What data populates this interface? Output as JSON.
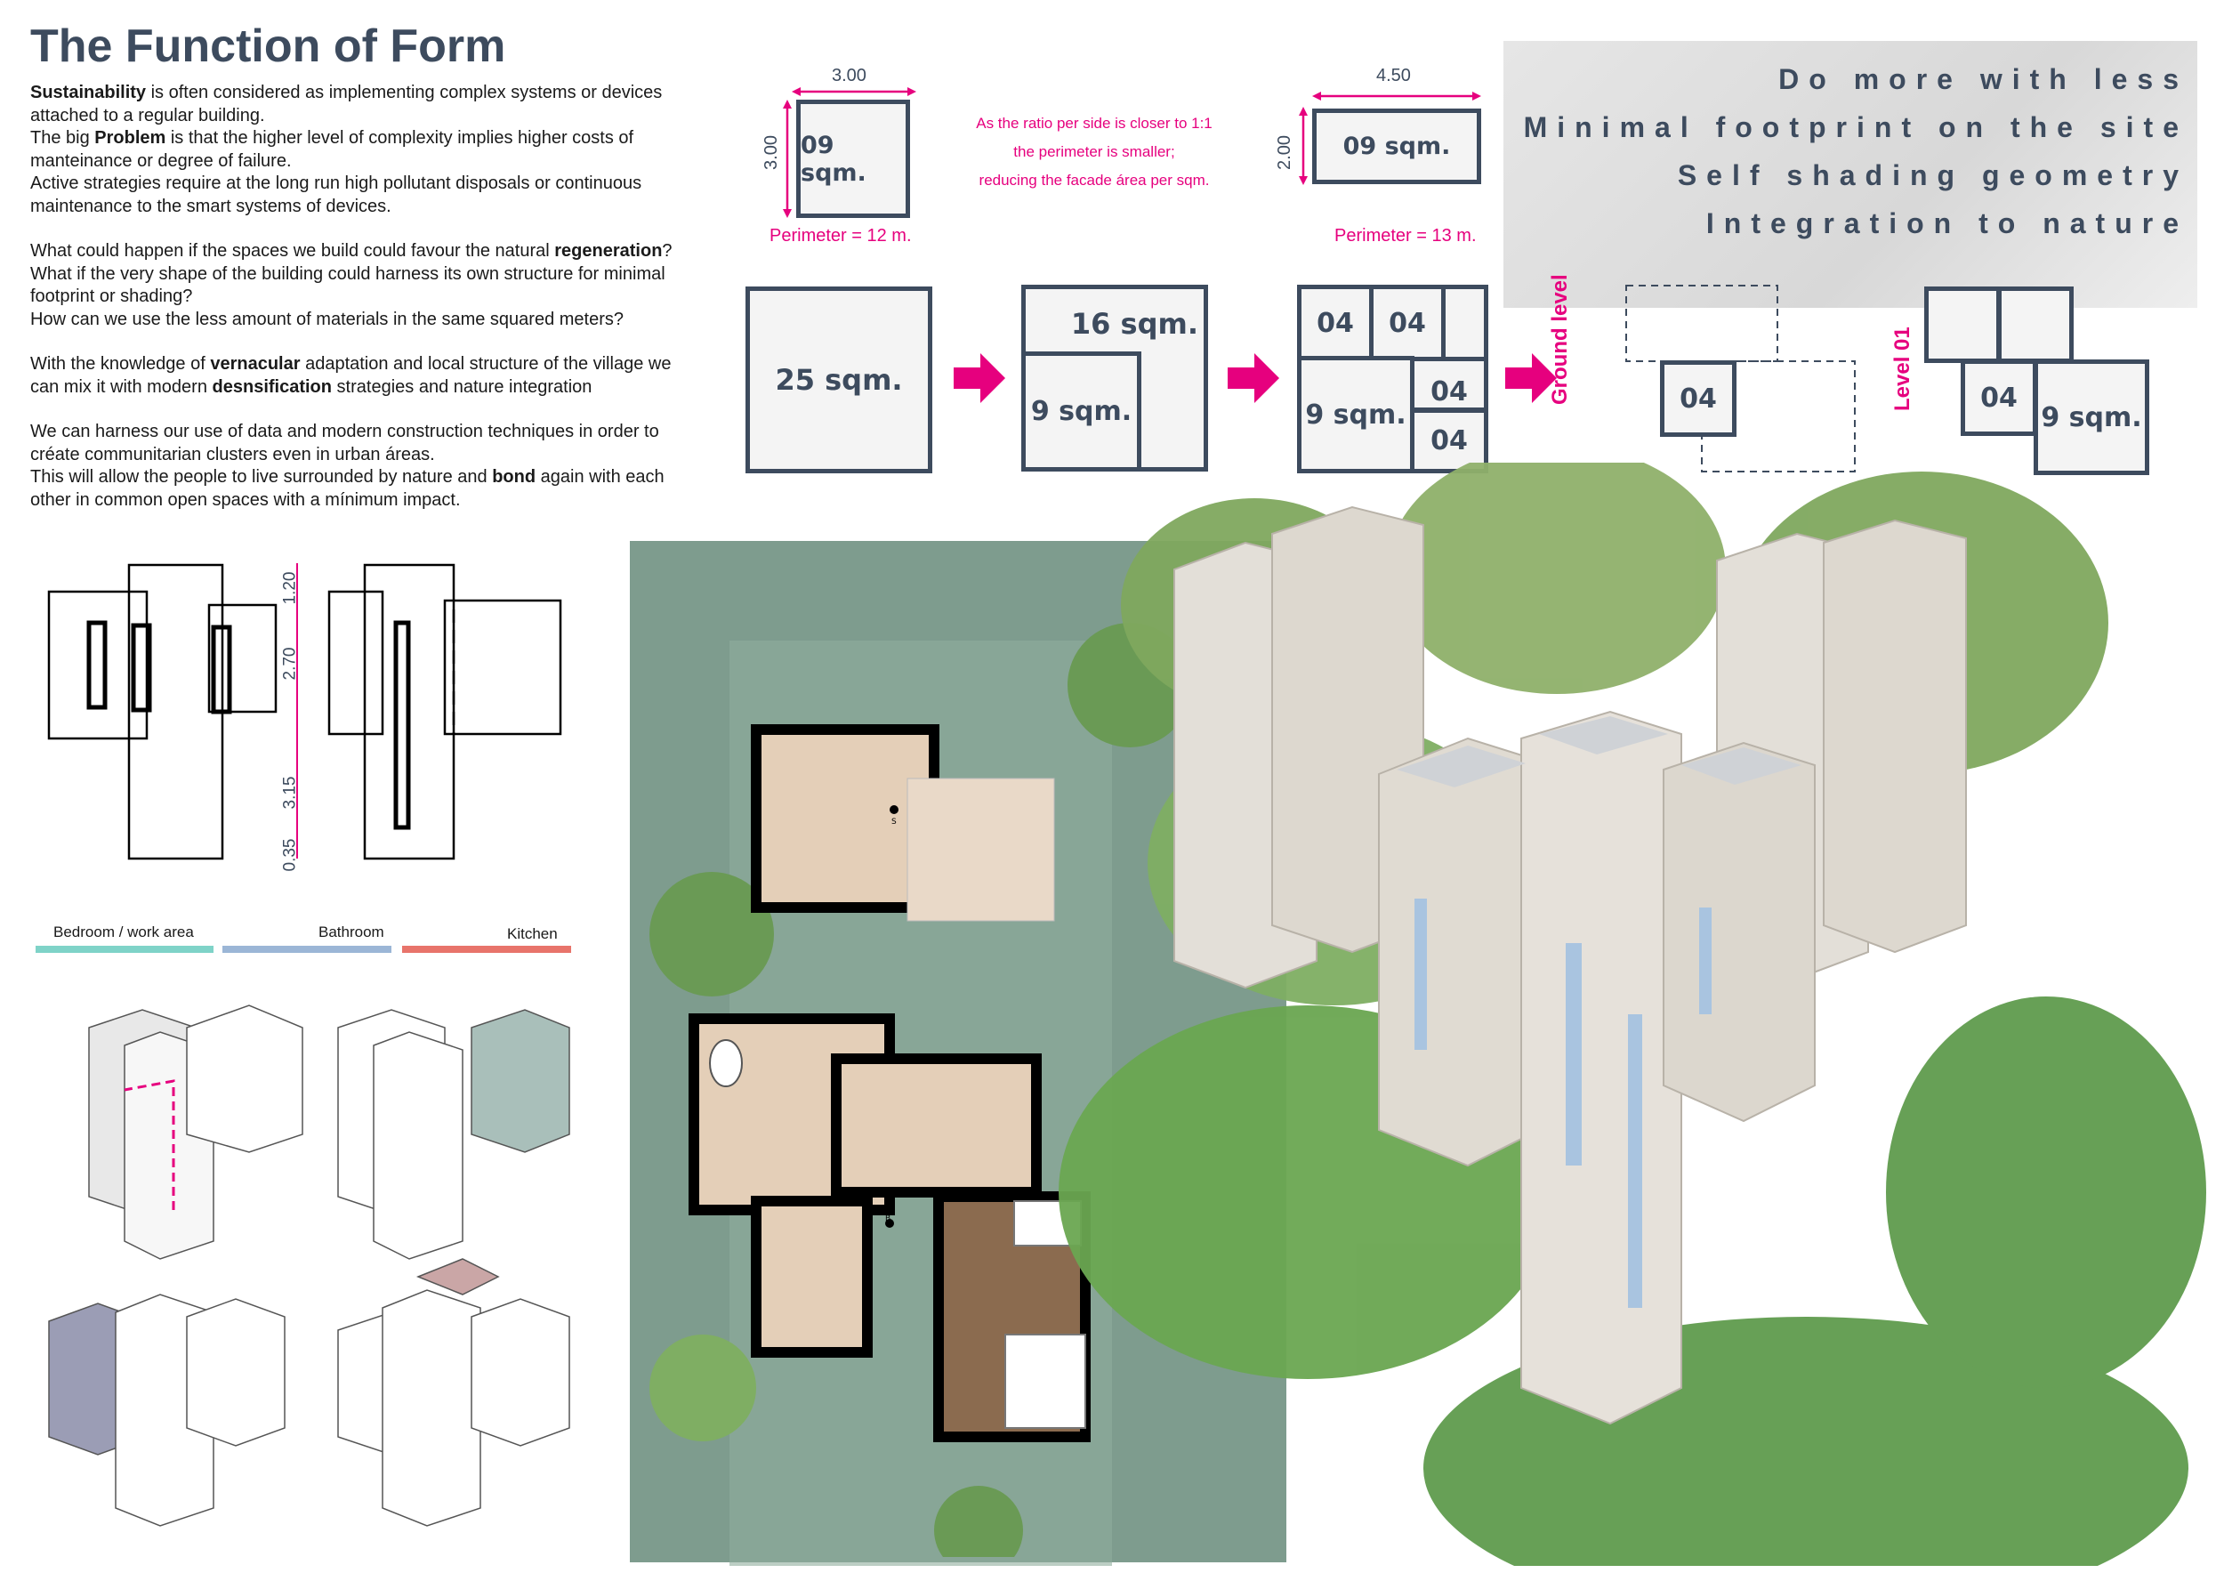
{
  "title": "The Function of Form",
  "intro": {
    "p1_lead": "Sustainability",
    "p1_rest": " is often considered as implementing complex systems or devices attached to a regular building.",
    "p2_a": "The big ",
    "p2_bold": "Problem",
    "p2_b": "  is that the higher level of complexity implies higher costs of manteinance or degree of failure.",
    "p3": "Active strategies require at the long run high pollutant disposals or continuous maintenance to the smart systems of devices.",
    "p4_a": "What could happen if the spaces we build could favour the natural ",
    "p4_bold": "regeneration",
    "p4_b": "?",
    "p5": "What if the very shape of the building could harness its own structure for minimal footprint or shading?",
    "p6": "How can we use the less amount of materials in the same squared meters?",
    "p7_a": "With the knowledge of  ",
    "p7_bold1": "vernacular",
    "p7_b": " adaptation and local structure of the village we can mix it with modern ",
    "p7_bold2": "desnsification",
    "p7_c": " strategies and nature integration",
    "p8": "We can harness our use of data and modern construction techniques in order to créate communitarian clusters even in urban áreas.",
    "p9_a": "This will allow the people to live surrounded by nature and ",
    "p9_bold": "bond",
    "p9_b": " again with each other in common open spaces with a mínimum impact."
  },
  "ratio_diagram": {
    "left": {
      "width": "3.00",
      "height": "3.00",
      "label": "09 sqm.",
      "perimeter": "Perimeter = 12 m."
    },
    "right": {
      "width": "4.50",
      "height": "2.00",
      "label": "09 sqm.",
      "perimeter": "Perimeter = 13 m."
    },
    "note_line1": "As the ratio per side is closer to 1:1",
    "note_line2": "the perimeter is smaller;",
    "note_line3": "reducing the facade área per sqm."
  },
  "slogans": [
    "Do more with less",
    "Minimal footprint on the site",
    "Self shading geometry",
    "Integration to nature"
  ],
  "subdivision": {
    "step1": "25 sqm.",
    "step2_big": "16 sqm.",
    "step2_small": "9 sqm.",
    "step3_a": "04",
    "step3_b": "04",
    "step3_c": "04",
    "step3_d": "04",
    "step3_small": "9 sqm.",
    "ground_label": "Ground level",
    "ground_box": "04",
    "level_label": "Level 01",
    "level_box": "04",
    "level_small": "9 sqm."
  },
  "elevation_dims": [
    "1.20",
    "2.70",
    "3.15",
    "0.35"
  ],
  "legend": [
    {
      "label": "Bedroom / work area",
      "color": "#7fd3c8"
    },
    {
      "label": "Bathroom",
      "color": "#9bb6d6"
    },
    {
      "label": "Kitchen",
      "color": "#e8746b"
    }
  ],
  "plan_marks": {
    "upper": "S",
    "lower": "B"
  },
  "colors": {
    "accent": "#e6007e",
    "navy": "#3d4b5e",
    "grass": "#6a9a55",
    "plan_bg": "#7e9c8e"
  }
}
